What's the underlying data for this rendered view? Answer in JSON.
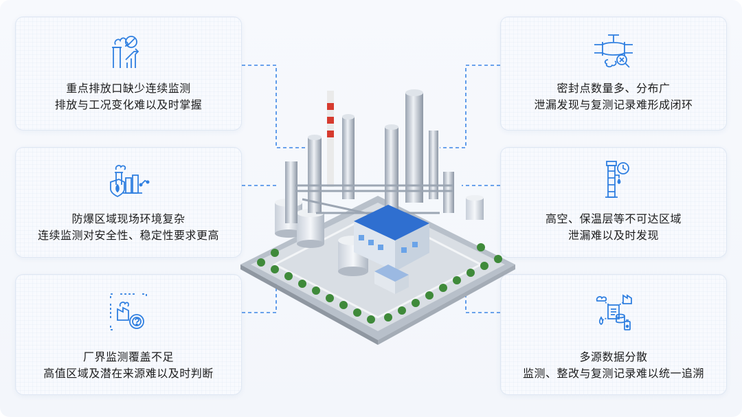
{
  "cards": [
    {
      "id": "c1",
      "lines": [
        "重点排放口缺少连续监测",
        "排放与工况变化难以及时掌握"
      ],
      "icon": "chimney-emission-icon"
    },
    {
      "id": "c2",
      "lines": [
        "防爆区域现场环境复杂",
        "连续监测对安全性、稳定性要求更高"
      ],
      "icon": "explosion-proof-plant-icon"
    },
    {
      "id": "c3",
      "lines": [
        "厂界监测覆盖不足",
        "高值区域及潜在来源难以及时判断"
      ],
      "icon": "factory-boundary-question-icon"
    },
    {
      "id": "c4",
      "lines": [
        "密封点数量多、分布广",
        "泄漏发现与复测记录难形成闭环"
      ],
      "icon": "valve-leak-search-icon"
    },
    {
      "id": "c5",
      "lines": [
        "高空、保温层等不可达区域",
        "泄漏难以及时发现"
      ],
      "icon": "tower-clock-icon"
    },
    {
      "id": "c6",
      "lines": [
        "多源数据分散",
        "监测、整改与复测记录难以统一追溯"
      ],
      "icon": "multi-source-data-icon"
    }
  ],
  "colors": {
    "accent": "#2f7fe0",
    "text": "#1c1c1c",
    "card_border": "#dfe7f3"
  }
}
